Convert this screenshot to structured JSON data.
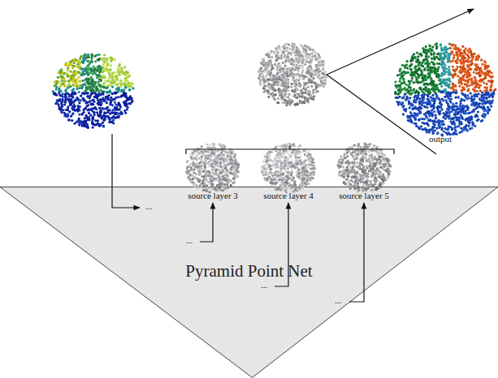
{
  "diagram": {
    "nodes": [
      {
        "text": [
          "Pyramid Point Net"
        ]
      }
    ],
    "labels": [
      "source layer 3",
      "source layer 4",
      "source layer 5",
      "output",
      "...",
      "...",
      "...",
      "..."
    ]
  }
}
